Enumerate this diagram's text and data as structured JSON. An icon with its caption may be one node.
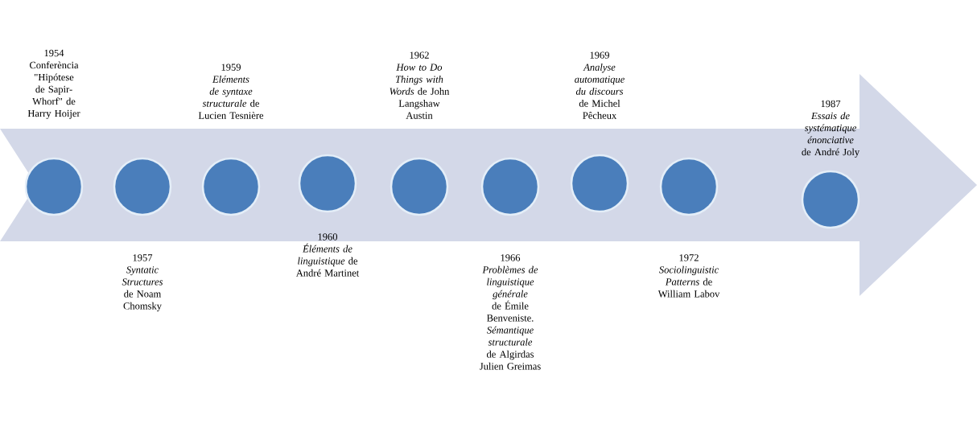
{
  "diagram": {
    "nodes": [
      {
        "text": [],
        "shape": "circle",
        "beside": [
          "1954",
          "Conferència \"Hipótese de Sapir-Whorf\" de Harry Hoijer"
        ]
      },
      {
        "text": [],
        "shape": "circle",
        "beside": [
          "1957",
          "*Syntatic Structures* de Noam Chomsky"
        ]
      },
      {
        "text": [],
        "shape": "circle",
        "beside": [
          "1959",
          "*Eléments de syntaxe structurale* de Lucien Tesnière"
        ]
      },
      {
        "text": [],
        "shape": "circle",
        "beside": [
          "1960",
          "*Éléments de linguistique* de André Martinet"
        ]
      },
      {
        "text": [],
        "shape": "circle",
        "beside": [
          "1962",
          "*How to Do Things with Words* de John Langshaw Austin"
        ]
      },
      {
        "text": [],
        "shape": "circle",
        "beside": [
          "1966",
          "*Problèmes de linguistique générale* de Émile Benveniste. *Sémantique structurale* de Algirdas Julien Greimas"
        ]
      },
      {
        "text": [],
        "shape": "circle",
        "beside": [
          "1969",
          "*Analyse automatique du discours* de Michel Pêcheux"
        ]
      },
      {
        "text": [],
        "shape": "circle",
        "beside": [
          "1972",
          "*Sociolinguistic Patterns* de William Labov"
        ]
      },
      {
        "text": [],
        "shape": "circle",
        "beside": [
          "1987",
          "*Essais de systématique énonciative* de André Joly"
        ]
      }
    ]
  }
}
